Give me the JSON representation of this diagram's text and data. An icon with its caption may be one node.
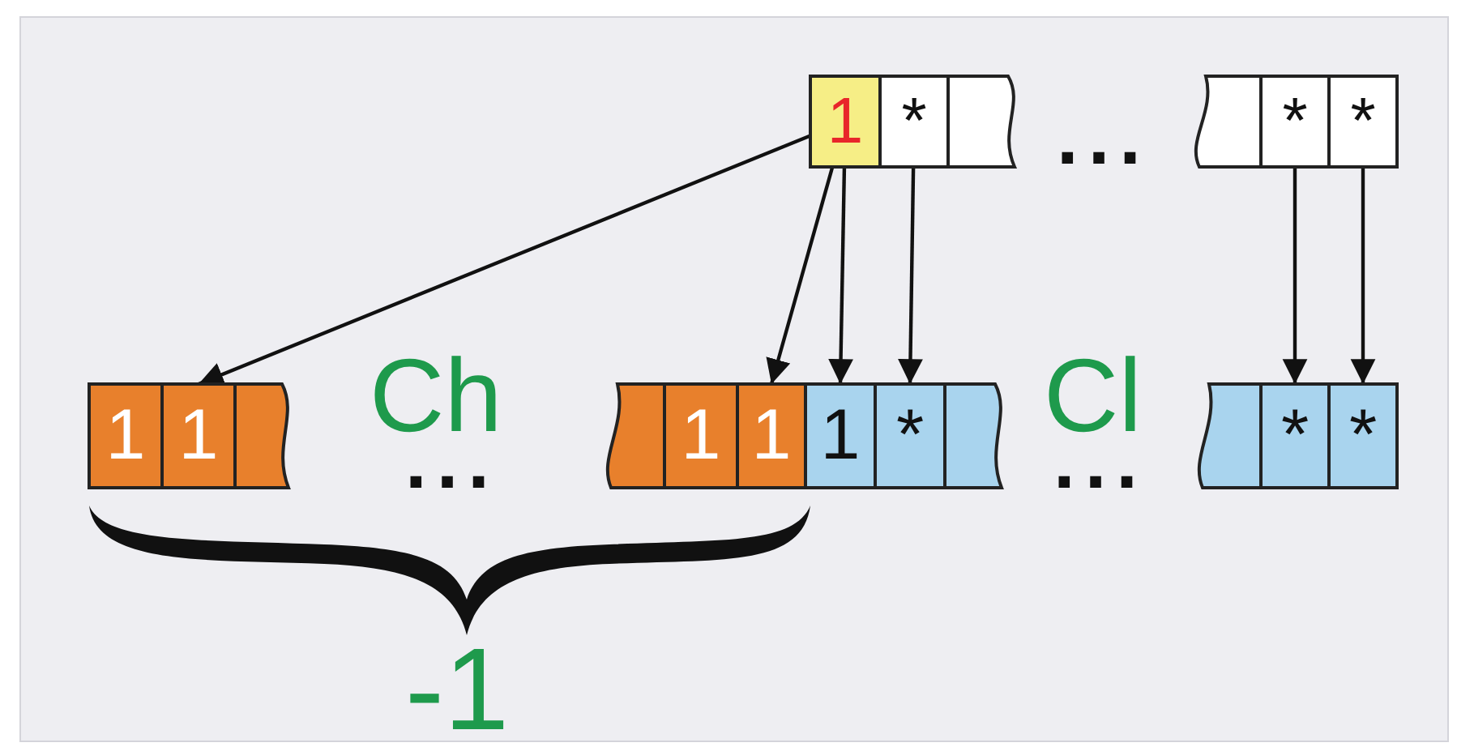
{
  "diagram": {
    "nodes": [
      {
        "text": [
          "1"
        ]
      },
      {
        "text": [
          "*"
        ]
      },
      {
        "text": [],
        "shape": "box"
      },
      {
        "text": [],
        "shape": "box"
      },
      {
        "text": [
          "*"
        ]
      },
      {
        "text": [
          "*"
        ]
      },
      {
        "text": [
          "1"
        ]
      },
      {
        "text": [
          "1"
        ]
      },
      {
        "text": [],
        "shape": "box"
      },
      {
        "text": [],
        "shape": "box"
      },
      {
        "text": [
          "1"
        ]
      },
      {
        "text": [
          "1"
        ]
      },
      {
        "text": [
          "1"
        ]
      },
      {
        "text": [
          "*"
        ]
      },
      {
        "text": [],
        "shape": "box"
      },
      {
        "text": [],
        "shape": "box"
      },
      {
        "text": [
          "*"
        ]
      },
      {
        "text": [
          "*"
        ]
      },
      {
        "text": [],
        "shape": "brace",
        "beside": [
          "-1"
        ]
      }
    ],
    "edges": [
      {
        "from": 0,
        "to": 7,
        "arrow": "to"
      },
      {
        "from": 0,
        "to": 11,
        "arrow": "to"
      },
      {
        "from": 0,
        "to": 12,
        "arrow": "to"
      },
      {
        "from": 1,
        "to": 13,
        "arrow": "to"
      },
      {
        "from": 4,
        "to": 16,
        "arrow": "to"
      },
      {
        "from": 5,
        "to": 17,
        "arrow": "to"
      }
    ],
    "labels": [
      "...",
      "Ch",
      "Cl",
      "...",
      "..."
    ]
  }
}
